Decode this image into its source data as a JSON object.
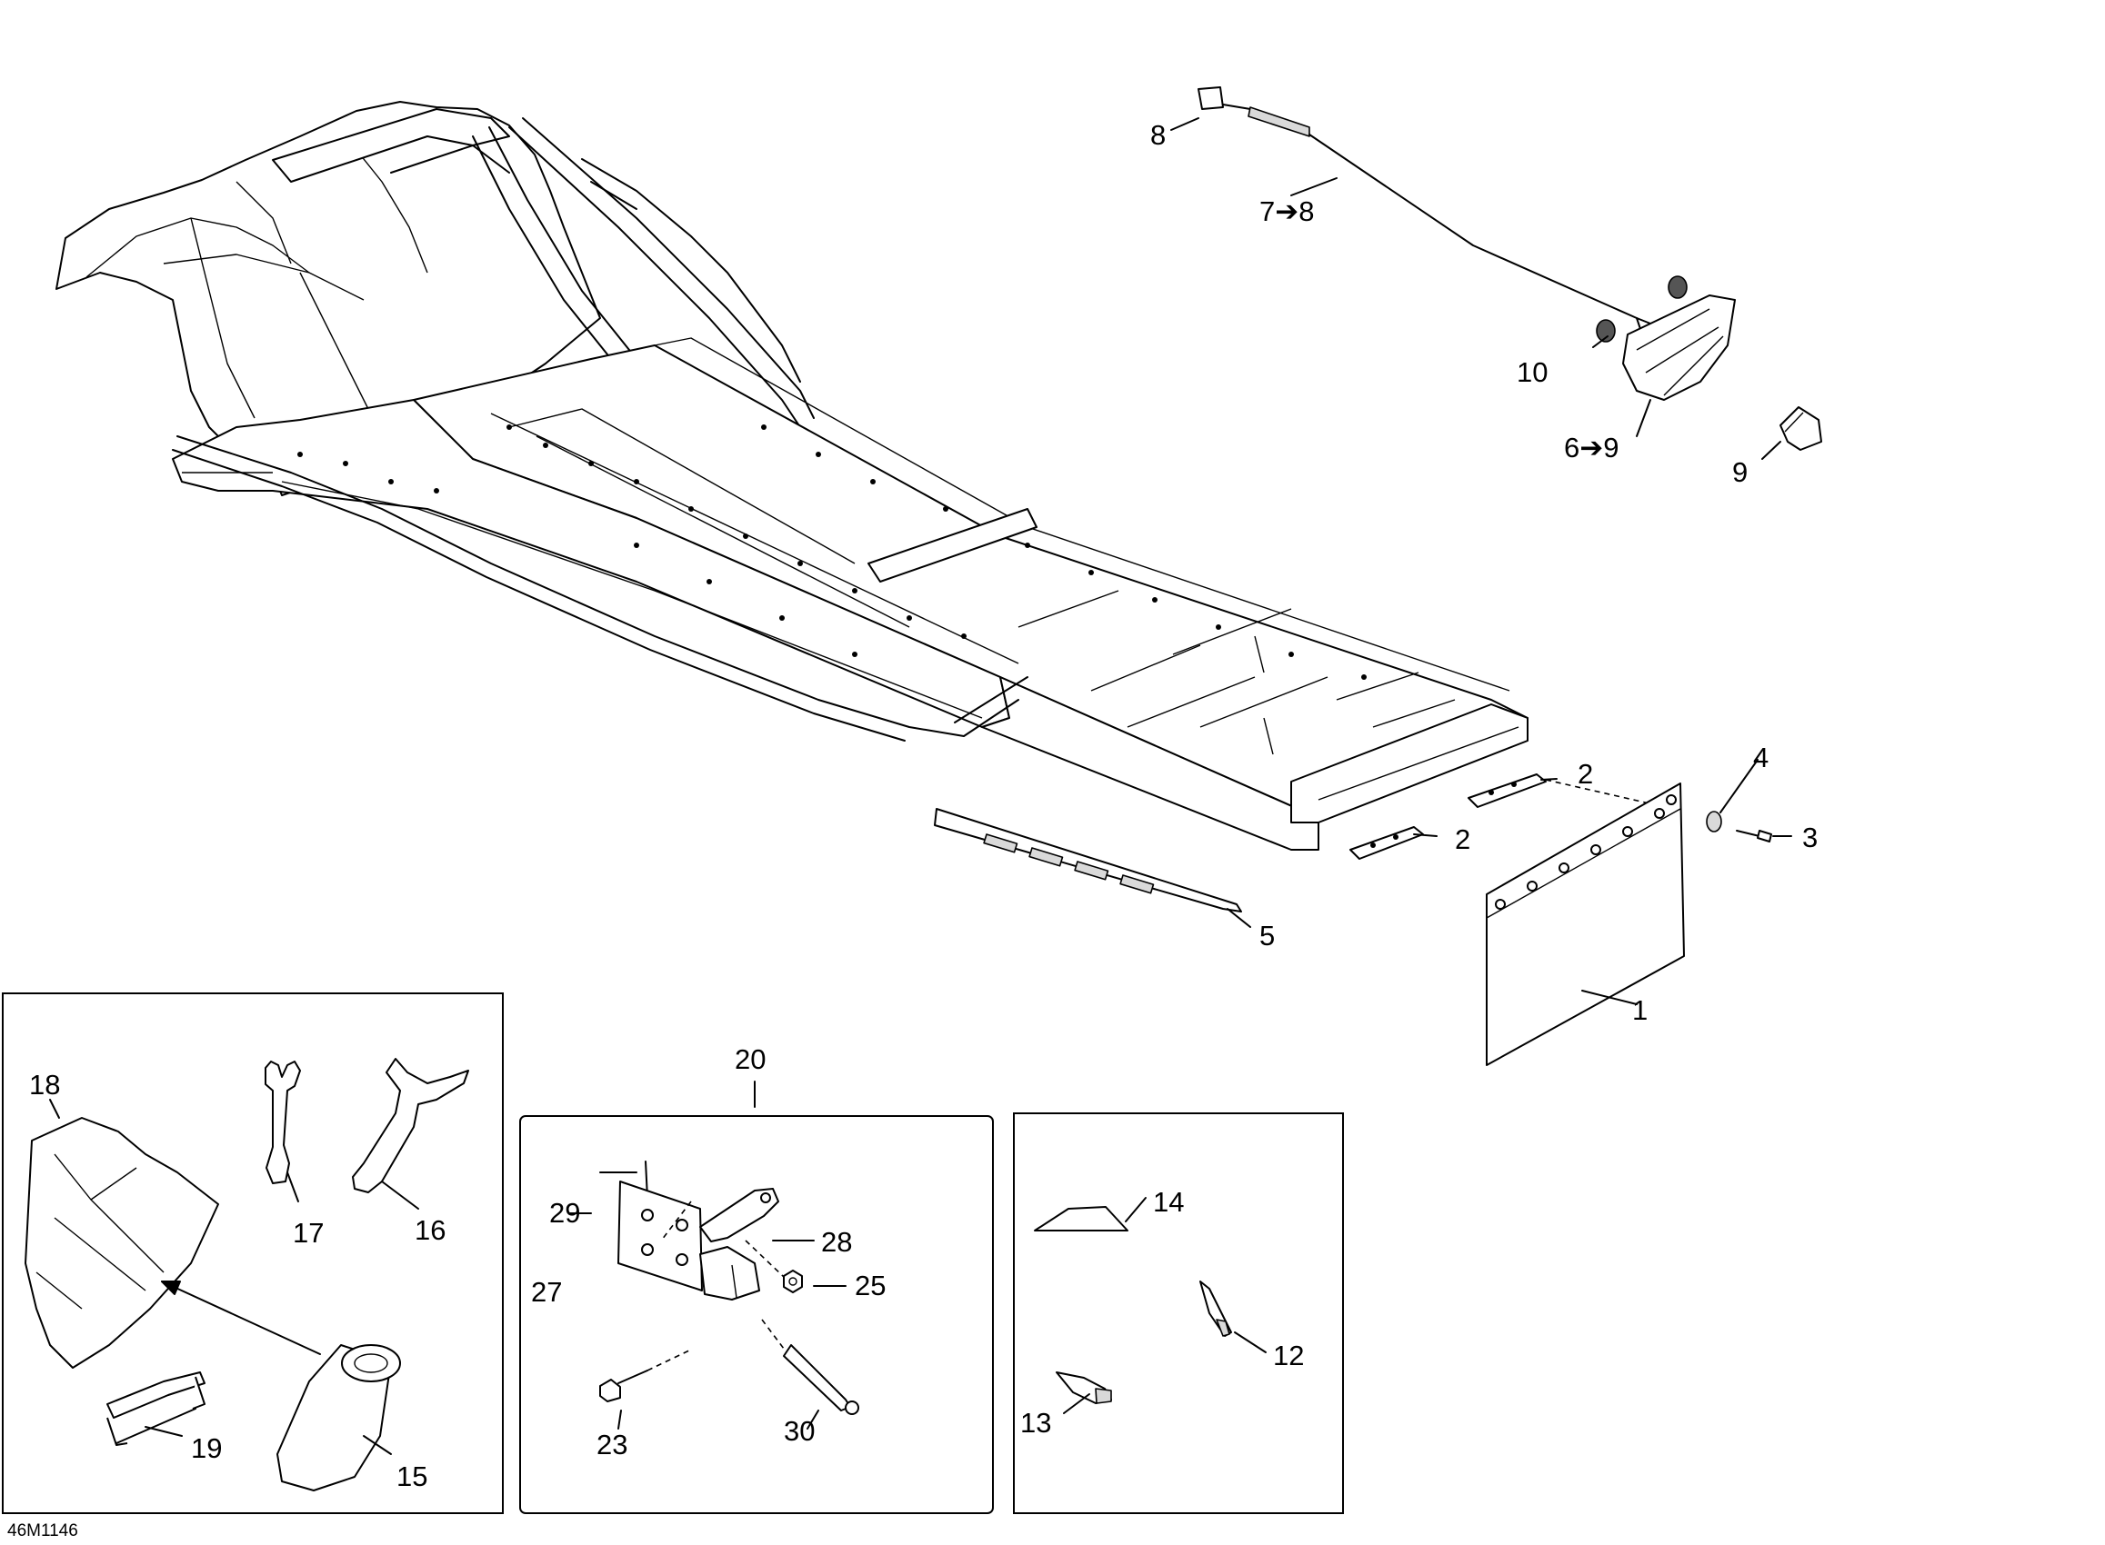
{
  "drawing_code": "46M1146",
  "callouts": {
    "c1": "1",
    "c2a": "2",
    "c2b": "2",
    "c3": "3",
    "c4": "4",
    "c5": "5",
    "c6": "6➔9",
    "c7": "7➔8",
    "c8": "8",
    "c9": "9",
    "c10": "10",
    "c12": "12",
    "c13": "13",
    "c14": "14",
    "c15": "15",
    "c16": "16",
    "c17": "17",
    "c18": "18",
    "c19": "19",
    "c20": "20",
    "c23": "23",
    "c25": "25",
    "c27": "27",
    "c28": "28",
    "c29": "29",
    "c30": "30"
  },
  "icons": {
    "frame": "snowmobile-frame-tunnel",
    "taillight": "taillight-assembly",
    "mudflap": "snow-flap",
    "tools": [
      "spark-plug-wrench",
      "spanner-wrench",
      "tool-kit-bag"
    ],
    "hitch": "tow-hitch-bracket-kit",
    "decals": "reflector-decals"
  }
}
